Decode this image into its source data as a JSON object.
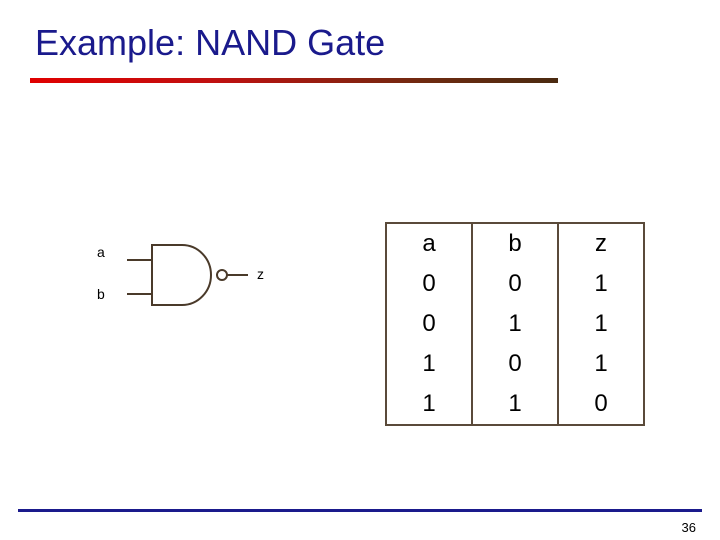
{
  "slide": {
    "title": "Example: NAND Gate",
    "page_number": "36"
  },
  "gate": {
    "type": "NAND",
    "input_a": "a",
    "input_b": "b",
    "output": "z"
  },
  "truth_table": {
    "headers": [
      "a",
      "b",
      "z"
    ],
    "rows": [
      [
        "0",
        "0",
        "1"
      ],
      [
        "0",
        "1",
        "1"
      ],
      [
        "1",
        "0",
        "1"
      ],
      [
        "1",
        "1",
        "0"
      ]
    ]
  },
  "colors": {
    "title": "#1a1a8c",
    "gate_stroke": "#4a3a2a",
    "footer_rule": "#1a1a8c"
  }
}
